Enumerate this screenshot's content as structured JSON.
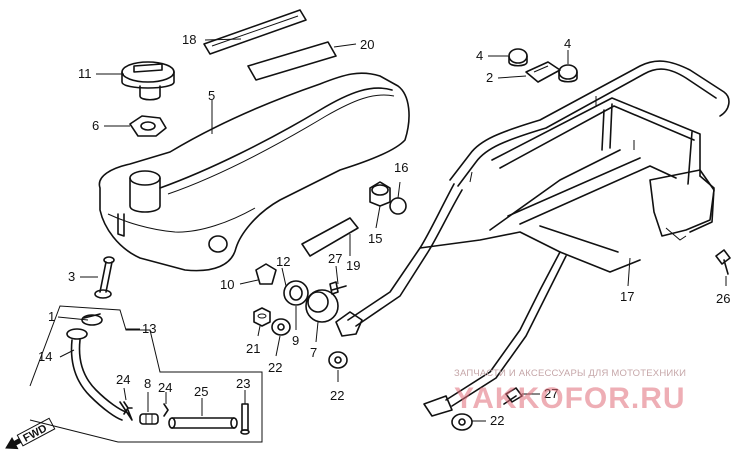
{
  "diagram": {
    "callouts": {
      "c1": "1",
      "c2": "2",
      "c3": "3",
      "c4a": "4",
      "c4b": "4",
      "c5": "5",
      "c6": "6",
      "c7": "7",
      "c8": "8",
      "c9": "9",
      "c10": "10",
      "c11": "11",
      "c12": "12",
      "c13": "13",
      "c14": "14",
      "c15": "15",
      "c16": "16",
      "c17": "17",
      "c18": "18",
      "c19": "19",
      "c20": "20",
      "c21": "21",
      "c22a": "22",
      "c22b": "22",
      "c22c": "22",
      "c23": "23",
      "c24a": "24",
      "c24b": "24",
      "c25": "25",
      "c26": "26",
      "c27a": "27",
      "c27b": "27"
    },
    "fwd_label": "FWD",
    "watermark": {
      "top_line": "ЗАПЧАСТИ И АКСЕССУАРЫ ДЛЯ МОТОТЕХНИКИ",
      "brand": "YAKKOFOR.RU"
    }
  }
}
